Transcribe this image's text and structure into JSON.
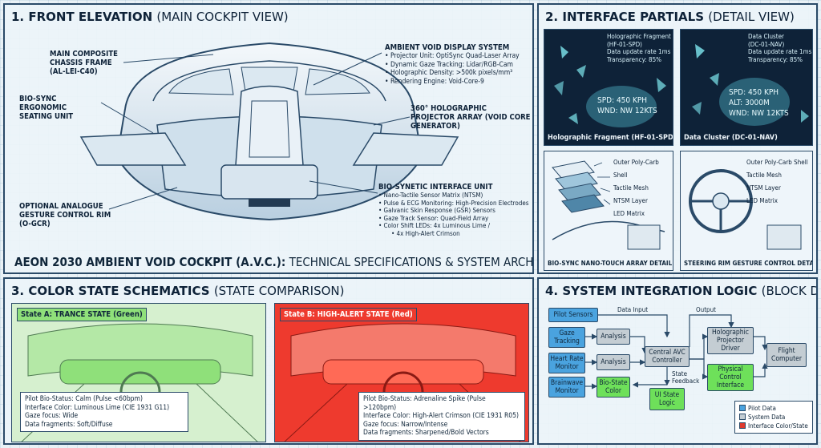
{
  "panel1": {
    "title_bold": "1. FRONT ELEVATION",
    "title_sub": "(MAIN COCKPIT VIEW)",
    "callouts": {
      "chassis": "MAIN COMPOSITE CHASSIS FRAME (AL-LEI-C40)",
      "seating": "BIO-SYNC ERGONOMIC SEATING UNIT",
      "gesture": "OPTIONAL ANALOGUE GESTURE CONTROL RIM (O-GCR)",
      "projector": "360° HOLOGRAPHIC PROJECTOR ARRAY (VOID CORE GENERATOR)"
    },
    "display_system": {
      "title": "AMBIENT VOID DISPLAY SYSTEM",
      "items": [
        "Projector Unit: OptiSync Quad-Laser Array",
        "Dynamic Gaze Tracking: Lidar/RGB-Cam",
        "Holographic Density: >500k pixels/mm³",
        "Rendering Engine: Void-Core-9"
      ]
    },
    "interface_unit": {
      "title": "BIO-SYNETIC INTERFACE UNIT",
      "items": [
        "Nano-Tactile Sensor Matrix (NTSM)",
        "Pulse & ECG Monitoring: High-Precision Electrodes",
        "Galvanic Skin Response (GSR) Sensors",
        "Gaze Track Sensor: Quad-Field Array",
        "Color Shift LEDs: 4x Luminous Lime /",
        "4x High-Alert Crimson"
      ]
    },
    "main_title_bold": "AEON 2030 AMBIENT VOID COCKPIT (A.V.C.):",
    "main_title_rest": " TECHNICAL SPECIFICATIONS & SYSTEM ARCHITECTURE"
  },
  "panel2": {
    "title_bold": "2. INTERFACE PARTIALS",
    "title_sub": "(DETAIL VIEW)",
    "fragment_a": {
      "header": [
        "Holographic Fragment",
        "(HF-01-SPD)",
        "Data update rate 1ms",
        "Transparency: 85%"
      ],
      "readout": [
        "SPD: 450 KPH",
        "WND: NW 12KTS"
      ],
      "caption": "Holographic Fragment (HF-01-SPD)"
    },
    "fragment_b": {
      "header": [
        "Data Cluster",
        "(DC-01-NAV)",
        "Data update rate 1ms",
        "Transparency: 85%"
      ],
      "readout": [
        "SPD: 450 KPH",
        "ALT: 3000M",
        "WND: NW 12KTS"
      ],
      "caption": "Data Cluster (DC-01-NAV)"
    },
    "layers": [
      "Outer Poly-Carb Shell",
      "Tactile Mesh",
      "NTSM Layer",
      "LED Matrix"
    ],
    "detail_a_caption": "BIO-SYNC NANO-TOUCH ARRAY DETAIL",
    "detail_b_caption": "STEERING RIM GESTURE CONTROL DETAIL"
  },
  "panel3": {
    "title_bold": "3. COLOR STATE SCHEMATICS",
    "title_sub": "(STATE COMPARISON)",
    "state_a": {
      "tag": "State A: TRANCE STATE (Green)",
      "lines": [
        "Pilot Bio-Status: Calm (Pulse <60bpm)",
        "Interface Color: Luminous Lime (CIE 1931 G11)",
        "Gaze focus: Wide",
        "Data fragments: Soft/Diffuse"
      ],
      "color": "#8fe07a"
    },
    "state_b": {
      "tag": "State B: HIGH-ALERT STATE (Red)",
      "lines": [
        "Pilot Bio-Status: Adrenaline Spike (Pulse >120bpm)",
        "Interface Color: High-Alert Crimson (CIE 1931 R05)",
        "Gaze focus: Narrow/Intense",
        "Data fragments: Sharpened/Bold Vectors"
      ],
      "color": "#ee3a2e"
    }
  },
  "panel4": {
    "title_bold": "4. SYSTEM INTEGRATION LOGIC",
    "title_sub": "(BLOCK DIAGRAM)",
    "blocks": {
      "pilot_sensors": "Pilot Sensors",
      "gaze_tracking": "Gaze Tracking",
      "heart_rate": "Heart Rate Monitor",
      "brainwave": "Brainwave Monitor",
      "analysis_1": "Analysis",
      "analysis_2": "Analysis",
      "bio_state": "Bio-State Color",
      "central": "Central AVC Controller",
      "ui_state": "UI State Logic",
      "holo_driver": "Holographic Projector Driver",
      "physical": "Physical Control Interface",
      "flight": "Flight Computer"
    },
    "flow_labels": {
      "data_input": "Data Input",
      "output": "Output",
      "state_feedback": "State Feedback"
    },
    "legend": [
      "Pilot Data",
      "System Data",
      "Interface Color/State"
    ],
    "colors": {
      "pilot": "#4aa3df",
      "system": "#c4cdd3",
      "interface": "#6ee05a",
      "legend_interface": "#e03a2e"
    }
  }
}
